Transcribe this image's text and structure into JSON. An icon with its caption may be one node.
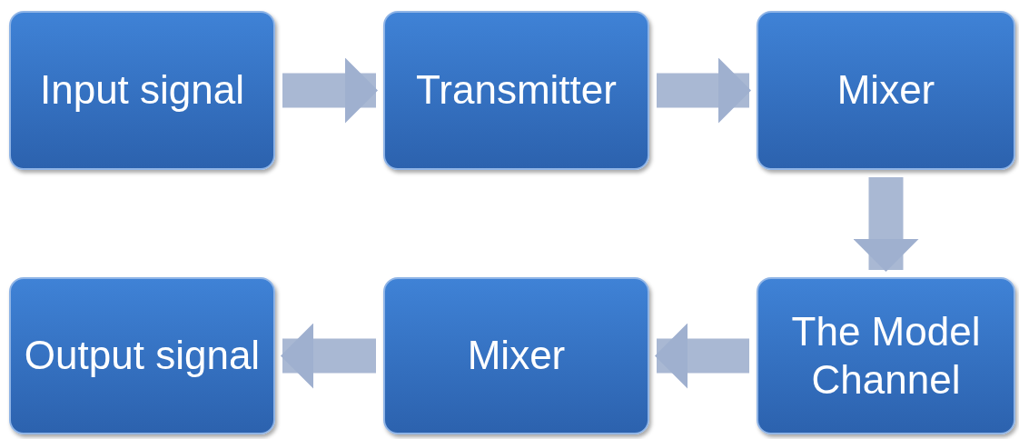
{
  "diagram": {
    "nodes": [
      {
        "text": [
          "Input signal"
        ]
      },
      {
        "text": [
          "Transmitter"
        ]
      },
      {
        "text": [
          "Mixer"
        ]
      },
      {
        "text": [
          "Output signal"
        ]
      },
      {
        "text": [
          "Mixer"
        ]
      },
      {
        "text": [
          "The Model Channel"
        ]
      }
    ],
    "edges": [
      {
        "from": 0,
        "to": 1,
        "arrow": "to"
      },
      {
        "from": 1,
        "to": 2,
        "arrow": "to"
      },
      {
        "from": 2,
        "to": 5,
        "arrow": "to"
      },
      {
        "from": 5,
        "to": 4,
        "arrow": "to"
      },
      {
        "from": 4,
        "to": 3,
        "arrow": "to"
      }
    ]
  }
}
